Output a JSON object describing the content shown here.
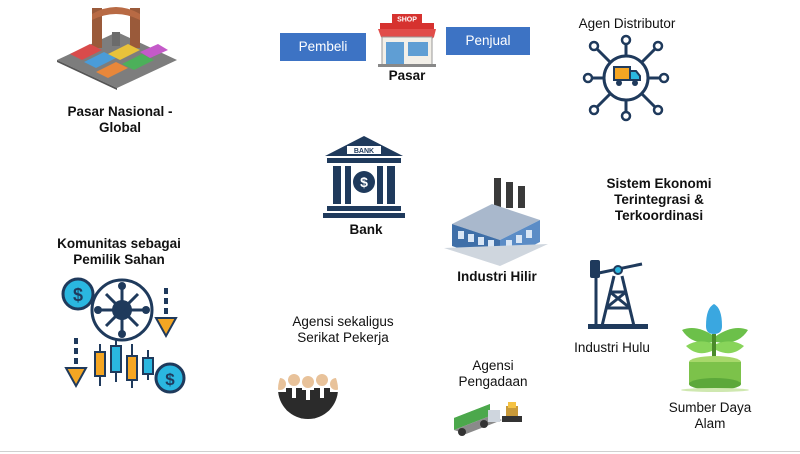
{
  "nodes": {
    "pasar_global": "Pasar Nasional -\nGlobal",
    "pembeli": "Pembeli",
    "pasar": "Pasar",
    "penjual": "Penjual",
    "shop_sign": "SHOP",
    "agen_distributor": "Agen Distributor",
    "bank": "Bank",
    "bank_sign": "BANK",
    "sistem": "Sistem Ekonomi\nTerintegrasi &\nTerkoordinasi",
    "industri_hilir": "Industri Hilir",
    "komunitas": "Komunitas sebagai\nPemilik Sahan",
    "agensi_serikat": "Agensi sekaligus\nSerikat Pekerja",
    "agensi_pengadaan": "Agensi\nPengadaan",
    "industri_hulu": "Industri Hulu",
    "sumber_daya": "Sumber Daya\nAlam"
  },
  "colors": {
    "button_blue": "#3d73c4",
    "icon_navy": "#1f3a5c",
    "icon_cyan": "#2ab7e0",
    "icon_orange": "#f5a623"
  }
}
